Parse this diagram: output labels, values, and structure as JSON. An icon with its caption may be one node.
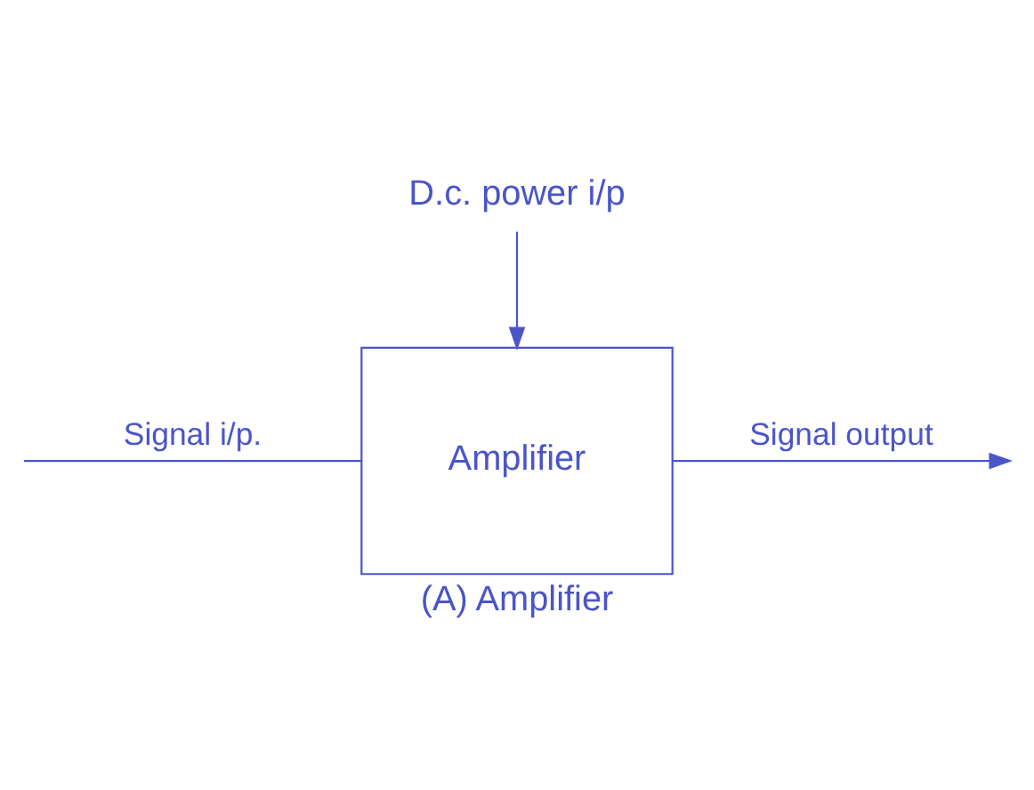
{
  "diagram": {
    "caption": "(A) Amplifier",
    "nodes": [
      {
        "text": [
          "D.c. power i/p"
        ]
      },
      {
        "text": [
          "Amplifier"
        ]
      }
    ],
    "edges": [
      {
        "from": 0,
        "to": 1,
        "arrow": "to"
      },
      {
        "from": null,
        "to": 1,
        "arrow": "none",
        "label": "Signal i/p."
      },
      {
        "from": 1,
        "to": null,
        "arrow": "to",
        "label": "Signal output"
      }
    ]
  }
}
